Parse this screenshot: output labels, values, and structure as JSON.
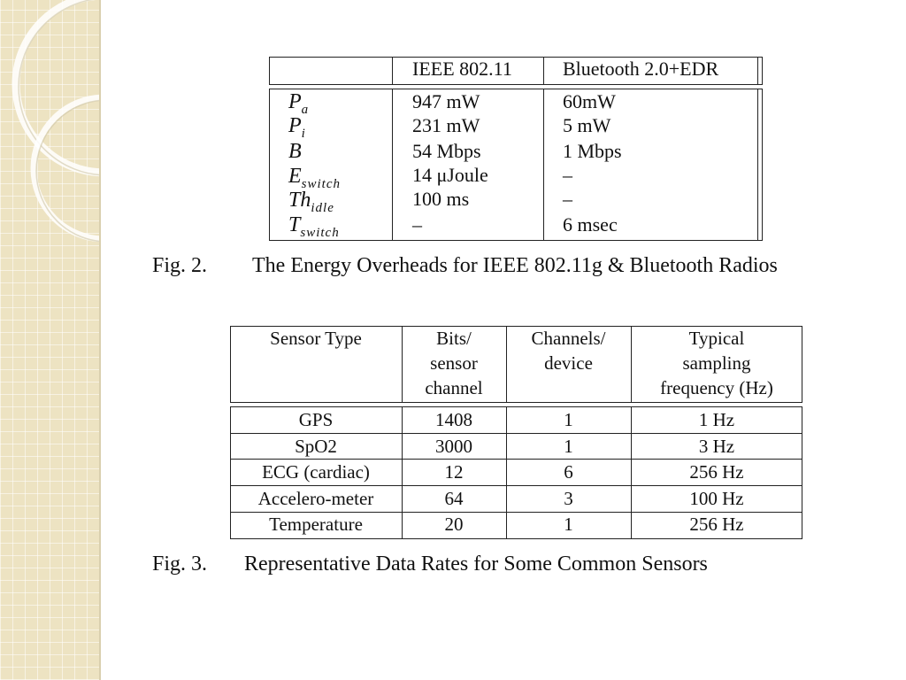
{
  "figure2": {
    "caption_label": "Fig. 2.",
    "caption_text": "The Energy Overheads for IEEE 802.11g & Bluetooth Radios",
    "columns": [
      "",
      "IEEE 802.11",
      "Bluetooth 2.0+EDR"
    ],
    "rows": [
      {
        "sym": "P",
        "sub": "a",
        "wifi": "947 mW",
        "bt": "60mW"
      },
      {
        "sym": "P",
        "sub": "i",
        "wifi": "231 mW",
        "bt": "5 mW"
      },
      {
        "sym": "B",
        "sub": "",
        "wifi": "54 Mbps",
        "bt": "1 Mbps"
      },
      {
        "sym": "E",
        "sub": "switch",
        "wifi": "14 μJoule",
        "bt": "–"
      },
      {
        "sym": "Th",
        "sub": "idle",
        "wifi": "100 ms",
        "bt": "–"
      },
      {
        "sym": "T",
        "sub": "switch",
        "wifi": "–",
        "bt": "6 msec"
      }
    ]
  },
  "figure3": {
    "caption_label": "Fig. 3.",
    "caption_text": "Representative Data Rates for Some Common Sensors",
    "headers": [
      [
        "Sensor Type"
      ],
      [
        "Bits/",
        "sensor",
        "channel"
      ],
      [
        "Channels/",
        "device"
      ],
      [
        "Typical",
        "sampling",
        "frequency (Hz)"
      ]
    ],
    "rows": [
      [
        "GPS",
        "1408",
        "1",
        "1 Hz"
      ],
      [
        "SpO2",
        "3000",
        "1",
        "3 Hz"
      ],
      [
        "ECG (cardiac)",
        "12",
        "6",
        "256 Hz"
      ],
      [
        "Accelero-meter",
        "64",
        "3",
        "100 Hz"
      ],
      [
        "Temperature",
        "20",
        "1",
        "256 Hz"
      ]
    ]
  },
  "colors": {
    "strip": "#ede3c2",
    "line": "#222222",
    "text": "#111111"
  }
}
